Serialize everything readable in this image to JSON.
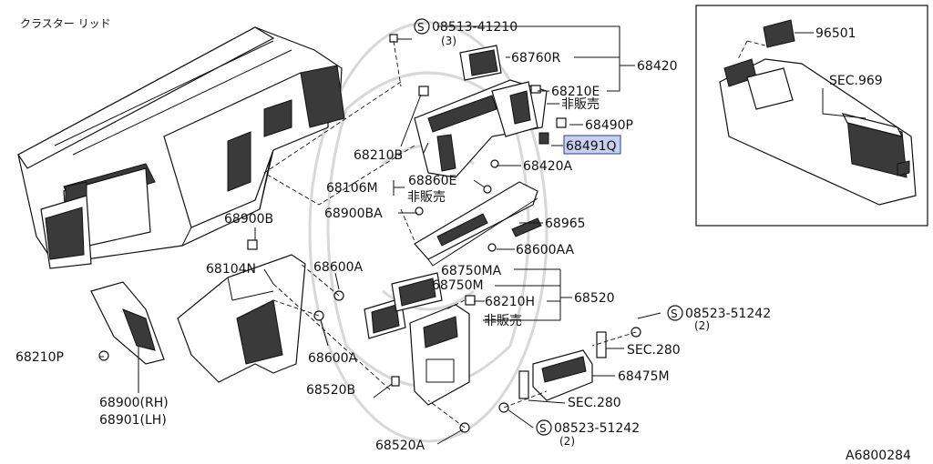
{
  "title": "クラスター リッド",
  "diagram_code": "A6800284",
  "s_symbol": "S",
  "selected_part": "68491Q",
  "colors": {
    "highlight_fill": "#c8d0ef",
    "highlight_border": "#2b3b9c",
    "line": "#111111"
  },
  "labels": {
    "l01": "08513-41210",
    "l02": "(3)",
    "l03": "68760R",
    "l04": "68420",
    "l05": "68210E",
    "l06": "非販売",
    "l07": "68490P",
    "l08": "68491Q",
    "l09": "68420A",
    "l10": "68210B",
    "l11": "68860E",
    "l12": "68106M",
    "l13": "非販売",
    "l14": "68900BA",
    "l15": "68965",
    "l16": "68600AA",
    "l17": "68900B",
    "l18": "68104N",
    "l19": "68600A",
    "l20": "68750MA",
    "l21": "68750M",
    "l22": "68520",
    "l23": "68210H",
    "l24": "非販売",
    "l25": "68600A",
    "l26": "68520B",
    "l27": "68520A",
    "l28": "68210P",
    "l29": "68900(RH)",
    "l30": "68901(LH)",
    "l31": "08523-51242",
    "l32": "(2)",
    "l33": "SEC.280",
    "l34": "68475M",
    "l35": "SEC.280",
    "l36": "08523-51242",
    "l37": "(2)",
    "l38": "96501",
    "l39": "SEC.969"
  }
}
